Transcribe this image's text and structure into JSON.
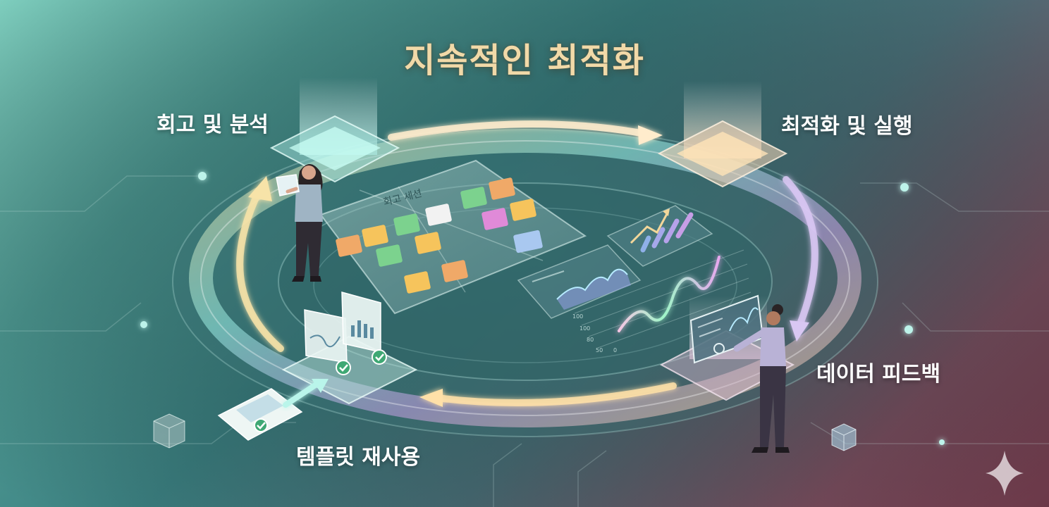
{
  "title": "지속적인 최적화",
  "stages": {
    "retrospective": "회고 및 분석",
    "optimize": "최적화 및 실행",
    "data_feedback": "데이터 피드백",
    "template_reuse": "템플릿 재사용"
  },
  "board": {
    "title": "회고 세션"
  },
  "mini_chart": {
    "ticks": [
      "100",
      "100",
      "80",
      "50",
      "0"
    ]
  },
  "colors": {
    "title": "#f1d9a8",
    "ring_gold": "#f3d79a",
    "ring_cyan": "#9cf0e6",
    "ring_violet": "#c9a2e6",
    "wave": "#9ff5c8"
  }
}
